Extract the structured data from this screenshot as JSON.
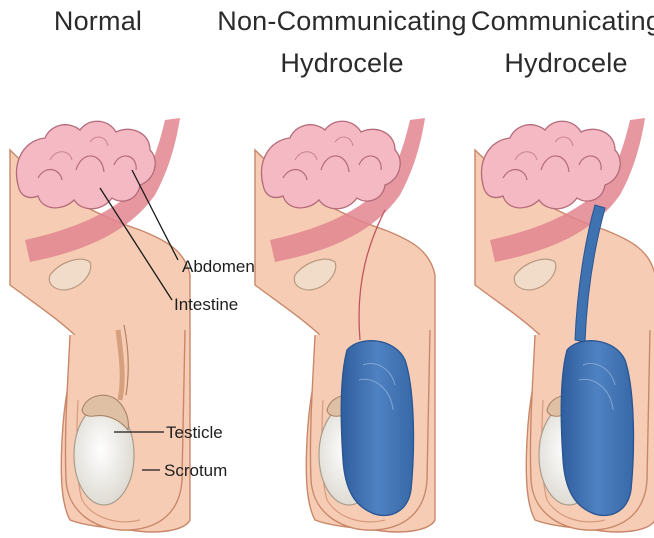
{
  "panels": [
    {
      "title_lines": [
        "Normal"
      ]
    },
    {
      "title_lines": [
        "Non-Communicating",
        "Hydrocele"
      ]
    },
    {
      "title_lines": [
        "Communicating",
        "Hydrocele"
      ]
    }
  ],
  "labels": {
    "abdomen": "Abdomen",
    "intestine": "Intestine",
    "testicle": "Testicle",
    "scrotum": "Scrotum"
  },
  "colors": {
    "skin": "#f6cdb4",
    "skin_outline": "#c9876a",
    "intestine": "#f4b9c3",
    "intestine_outline": "#b46b7a",
    "abdomen_wall": "#e2858f",
    "testicle": "#f3f0ea",
    "fluid": "#3f72b0",
    "fluid_light": "#6e98cf"
  }
}
